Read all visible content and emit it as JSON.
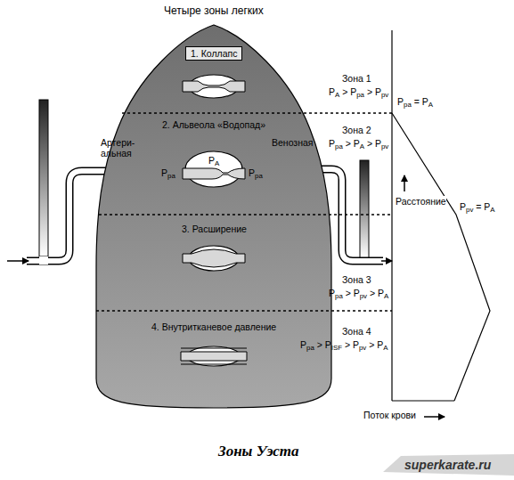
{
  "diagram": {
    "title": "Четыре зоны легких",
    "caption": "Зоны Уэста",
    "nodes": [
      {
        "text": [
          "1. Коллапс"
        ]
      }
    ],
    "labels": [
      "Зона 1",
      "PA > Ppa > Ppv",
      "Ppa = PA",
      "2. Альвеола «Водопад»",
      "Артери- альная",
      "Венозная",
      "PA",
      "Ppa",
      "Ppa",
      "Зона 2",
      "Ppa > PA > Ppv",
      "Расстояние",
      "Ppv = PA",
      "3. Расширение",
      "Зона 3",
      "Ppa > Ppv > PA",
      "4. Внутритканевое давление",
      "Зона 4",
      "Ppa > PISF > Ppv > PA",
      "Поток крови",
      "superkarate.ru"
    ]
  }
}
